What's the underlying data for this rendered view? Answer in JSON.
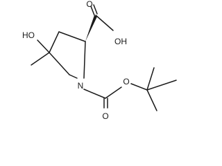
{
  "molecule": {
    "atoms": {
      "oh_acid": "OH",
      "o_acid_carbonyl": "O",
      "oh_ring": "HO",
      "n_ring": "N",
      "o_carbamate_carbonyl": "O",
      "o_carbamate_ester": "O"
    }
  },
  "colors": {
    "ink": "#1a1a1a",
    "background": "#ffffff"
  }
}
